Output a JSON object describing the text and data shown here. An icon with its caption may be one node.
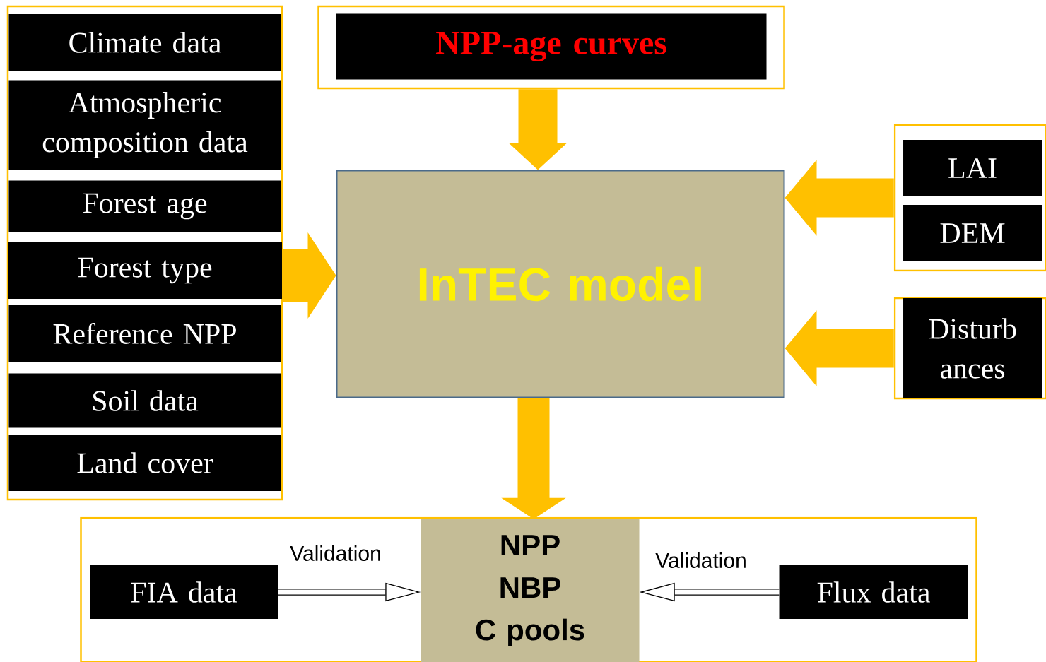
{
  "diagram": {
    "nodes": [
      {
        "text": [],
        "shape": "box"
      },
      {
        "text": [
          "Climate data"
        ],
        "in": 0
      },
      {
        "text": [
          "Atmospheric composition data"
        ],
        "in": 0
      },
      {
        "text": [
          "Forest age"
        ],
        "in": 0
      },
      {
        "text": [
          "Forest type"
        ],
        "in": 0
      },
      {
        "text": [
          "Reference NPP"
        ],
        "in": 0
      },
      {
        "text": [
          "Soil data"
        ],
        "in": 0
      },
      {
        "text": [
          "Land cover"
        ],
        "in": 0
      },
      {
        "text": [],
        "shape": "box"
      },
      {
        "text": [
          "NPP-age curves"
        ],
        "in": 8
      },
      {
        "text": [
          "InTEC model"
        ]
      },
      {
        "text": [],
        "shape": "box"
      },
      {
        "text": [
          "LAI"
        ],
        "in": 11
      },
      {
        "text": [
          "DEM"
        ],
        "in": 11
      },
      {
        "text": [],
        "shape": "box"
      },
      {
        "text": [
          "Disturb ances"
        ],
        "in": 14
      },
      {
        "text": [],
        "shape": "box"
      },
      {
        "text": [
          "FIA data"
        ],
        "in": 16
      },
      {
        "text": [
          "NPP",
          "NBP",
          "C pools"
        ],
        "in": 16
      },
      {
        "text": [
          "Flux data"
        ],
        "in": 16
      }
    ],
    "edges": [
      {
        "from": 0,
        "to": 10,
        "arrow": "to"
      },
      {
        "from": 8,
        "to": 10,
        "arrow": "to"
      },
      {
        "from": 11,
        "to": 10,
        "arrow": "to"
      },
      {
        "from": 14,
        "to": 10,
        "arrow": "to"
      },
      {
        "from": 10,
        "to": 18,
        "arrow": "to"
      },
      {
        "from": 17,
        "to": 18,
        "arrow": "to",
        "label": "Validation",
        "color": "#000000"
      },
      {
        "from": 19,
        "to": 18,
        "arrow": "to",
        "label": "Validation",
        "color": "#000000"
      }
    ]
  }
}
